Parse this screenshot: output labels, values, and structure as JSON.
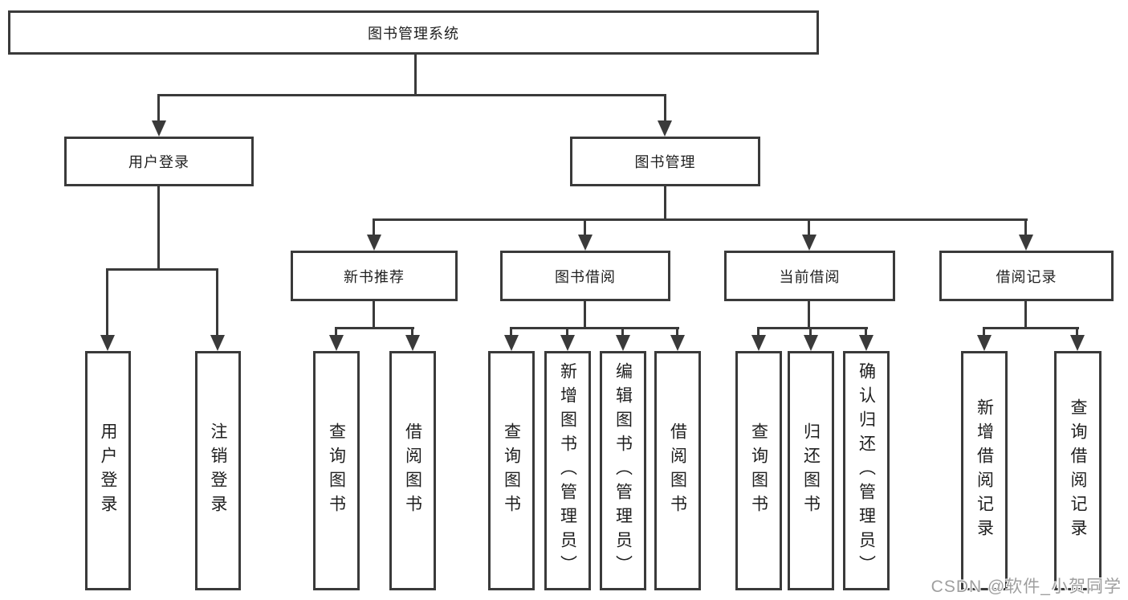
{
  "tree": {
    "label": "图书管理系统",
    "children": [
      {
        "label": "用户登录",
        "children": [
          {
            "label": "用户登录"
          },
          {
            "label": "注销登录"
          }
        ]
      },
      {
        "label": "图书管理",
        "children": [
          {
            "label": "新书推荐",
            "children": [
              {
                "label": "查询图书"
              },
              {
                "label": "借阅图书"
              }
            ]
          },
          {
            "label": "图书借阅",
            "children": [
              {
                "label": "查询图书"
              },
              {
                "label": "新增图书（管理员）"
              },
              {
                "label": "编辑图书（管理员）"
              },
              {
                "label": "借阅图书"
              }
            ]
          },
          {
            "label": "当前借阅",
            "children": [
              {
                "label": "查询图书"
              },
              {
                "label": "归还图书"
              },
              {
                "label": "确认归还（管理员）"
              }
            ]
          },
          {
            "label": "借阅记录",
            "children": [
              {
                "label": "新增借阅记录"
              },
              {
                "label": "查询借阅记录"
              }
            ]
          }
        ]
      }
    ]
  },
  "watermark": {
    "text": "CSDN @软件_小贺同学"
  },
  "colors": {
    "line": "#3a3a3a",
    "text": "#1f1f1f",
    "watermark_text": "#9f9f9f",
    "background": "#ffffff"
  }
}
